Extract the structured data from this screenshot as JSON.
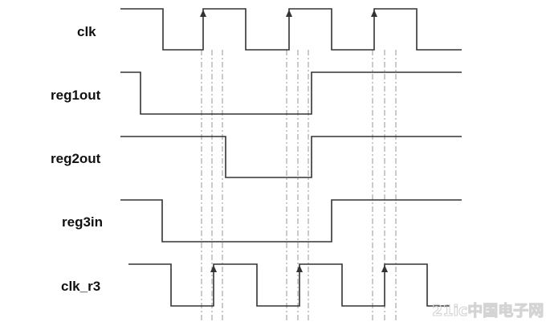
{
  "signals": [
    {
      "id": "clk",
      "label": "clk"
    },
    {
      "id": "reg1out",
      "label": "reg1out"
    },
    {
      "id": "reg2out",
      "label": "reg2out"
    },
    {
      "id": "reg3in",
      "label": "reg3in"
    },
    {
      "id": "clk_r3",
      "label": "clk_r3"
    }
  ],
  "watermark": {
    "text": "21ic中国电子网"
  },
  "colors": {
    "trace": "#333333",
    "guide": "#8a8a8a",
    "watermark": "#d4d4d4"
  }
}
